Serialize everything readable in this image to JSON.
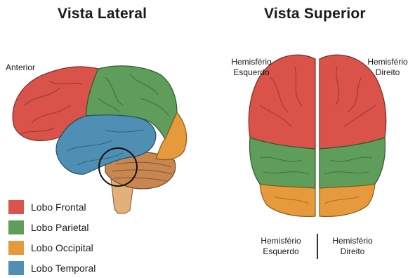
{
  "titles": {
    "lateral": "Vista Lateral",
    "superior": "Vista Superior"
  },
  "labels": {
    "anterior": "Anterior",
    "hemisphere_left": "Hemisfério\nEsquerdo",
    "hemisphere_right": "Hemisfério\nDireito"
  },
  "bottom_labels": {
    "left": "Hemisfério\nEsquerdo",
    "right": "Hemisfério\nDireito"
  },
  "legend": [
    {
      "label": "Lobo Frontal",
      "color": "#d9534a"
    },
    {
      "label": "Lobo Parietal",
      "color": "#5f9e5a"
    },
    {
      "label": "Lobo Occipital",
      "color": "#e79a3c"
    },
    {
      "label": "Lobo Temporal",
      "color": "#4f8fb3"
    }
  ],
  "colors": {
    "cerebellum": "#c88650",
    "brainstem": "#e2b07a"
  }
}
